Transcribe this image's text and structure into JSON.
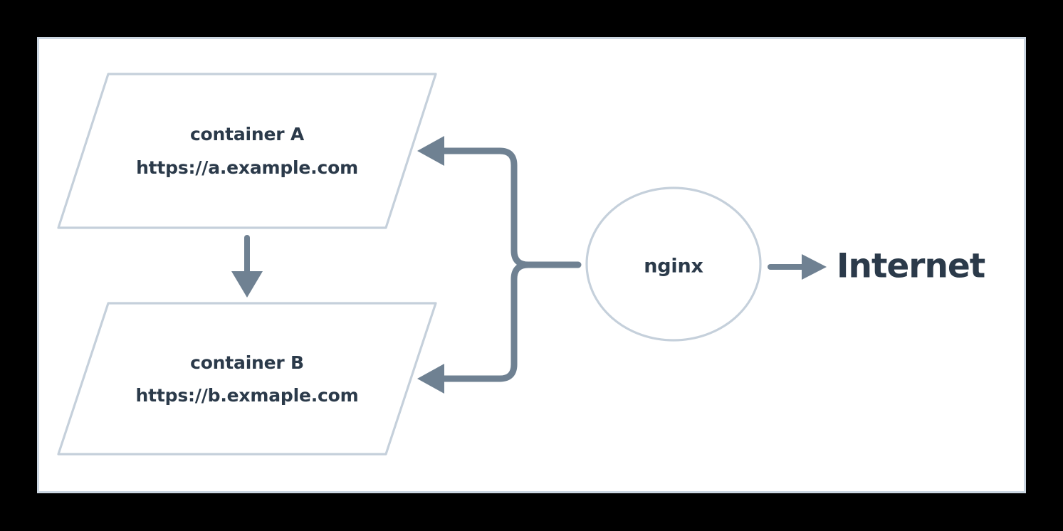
{
  "canvas": {
    "background_color": "#000000",
    "panel_color": "#ffffff",
    "panel_border_color": "#ccd7e2"
  },
  "theme": {
    "node_border_color": "#c5d0db",
    "connector_color": "#6f8192",
    "text_color": "#2b3a4a"
  },
  "nodes": {
    "container_a": {
      "shape": "parallelogram",
      "title": "container A",
      "url": "https://a.example.com"
    },
    "container_b": {
      "shape": "parallelogram",
      "title": "container B",
      "url": "https://b.exmaple.com"
    },
    "nginx": {
      "shape": "circle",
      "label": "nginx"
    },
    "internet": {
      "shape": "text",
      "label": "Internet"
    }
  },
  "connectors": [
    {
      "name": "nginx-to-container-a",
      "from": "nginx",
      "to": "container_a",
      "style": "elbow-branch",
      "arrowhead": "end"
    },
    {
      "name": "nginx-to-container-b",
      "from": "nginx",
      "to": "container_b",
      "style": "elbow-branch",
      "arrowhead": "end"
    },
    {
      "name": "container-a-to-container-b",
      "from": "container_a",
      "to": "container_b",
      "style": "straight-down",
      "arrowhead": "end"
    },
    {
      "name": "nginx-to-internet",
      "from": "nginx",
      "to": "internet",
      "style": "straight-right",
      "arrowhead": "end"
    }
  ]
}
